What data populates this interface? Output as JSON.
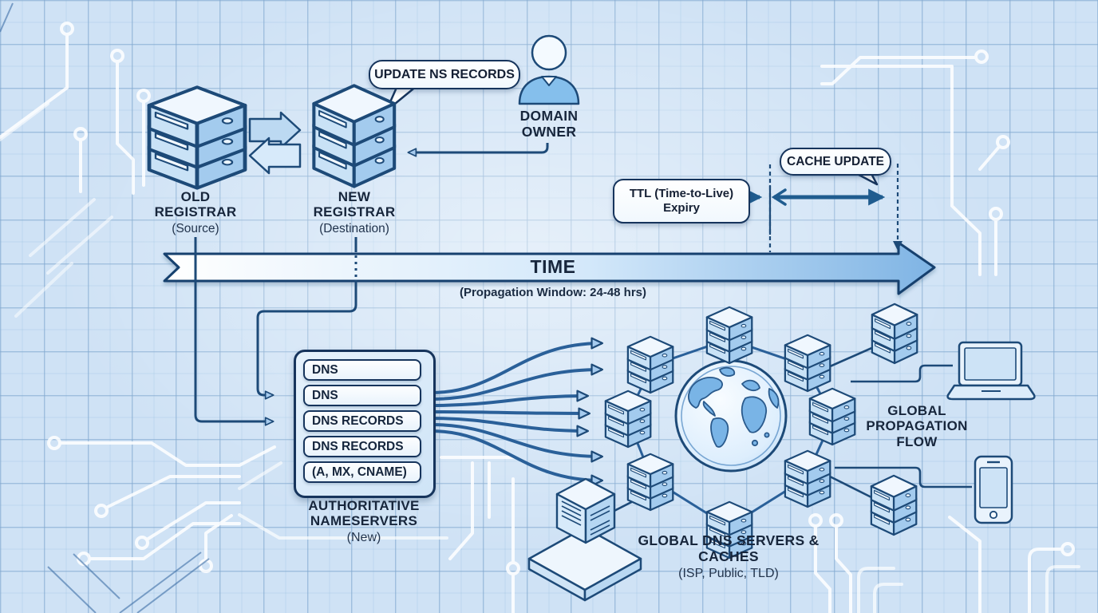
{
  "diagram": {
    "transfer": {
      "old_registrar": {
        "title": "OLD REGISTRAR",
        "subtitle": "(Source)"
      },
      "new_registrar": {
        "title": "NEW REGISTRAR",
        "subtitle": "(Destination)"
      },
      "update_ns_bubble": "UPDATE NS RECORDS",
      "domain_owner_label": "DOMAIN OWNER"
    },
    "timeline": {
      "ttl_label": "TTL (Time-to-Live) Expiry",
      "cache_update_label": "CACHE UPDATE",
      "time_label": "TIME",
      "window_label": "(Propagation Window: 24-48 hrs)"
    },
    "nameservers": {
      "rows": [
        "DNS",
        "DNS",
        "DNS RECORDS",
        "DNS RECORDS",
        "(A, MX, CNAME)"
      ],
      "title": "AUTHORITATIVE NAMESERVERS",
      "subtitle": "(New)"
    },
    "global": {
      "dns_title": "GLOBAL DNS SERVERS & CACHES",
      "dns_subtitle": "(ISP, Public, TLD)",
      "flow_label": "GLOBAL PROPAGATION FLOW"
    },
    "colors": {
      "outline_navy": "#1d4a78",
      "arrow_blue": "#2a6099",
      "arrow_dark": "#1f5c8f",
      "panel_fill": "#d9eafa",
      "background": "#cfe2f5",
      "grid_line": "#80a6cd",
      "trace_white": "#ffffff"
    }
  }
}
